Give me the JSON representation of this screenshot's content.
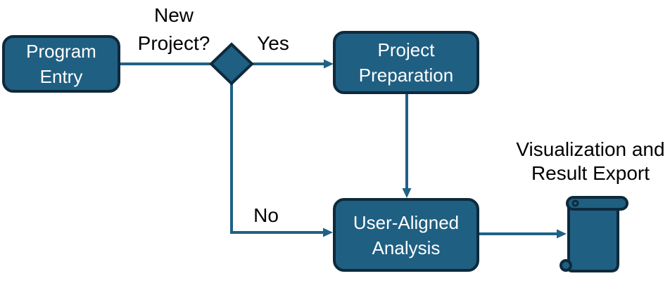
{
  "flowchart": {
    "colors": {
      "background": "#FFFFFF",
      "shape_fill": "#1F5F82",
      "shape_border": "#0E2A3C",
      "connector": "#1F6285",
      "label_text": "#000000",
      "node_text": "#FFFFFF"
    },
    "nodes": [
      {
        "id": "program-entry",
        "type": "process",
        "label": "Program\nEntry"
      },
      {
        "id": "new-project-decision",
        "type": "decision",
        "label": "New\nProject?"
      },
      {
        "id": "project-preparation",
        "type": "process",
        "label": "Project\nPreparation"
      },
      {
        "id": "user-aligned-analysis",
        "type": "process",
        "label": "User-Aligned\nAnalysis"
      },
      {
        "id": "visualization-result-export",
        "type": "scroll-document",
        "label": "Visualization and\nResult Export"
      }
    ],
    "edges": [
      {
        "from": "program-entry",
        "to": "new-project-decision",
        "label": ""
      },
      {
        "from": "new-project-decision",
        "to": "project-preparation",
        "label": "Yes"
      },
      {
        "from": "new-project-decision",
        "to": "user-aligned-analysis",
        "label": "No"
      },
      {
        "from": "project-preparation",
        "to": "user-aligned-analysis",
        "label": ""
      },
      {
        "from": "user-aligned-analysis",
        "to": "visualization-result-export",
        "label": ""
      }
    ]
  }
}
